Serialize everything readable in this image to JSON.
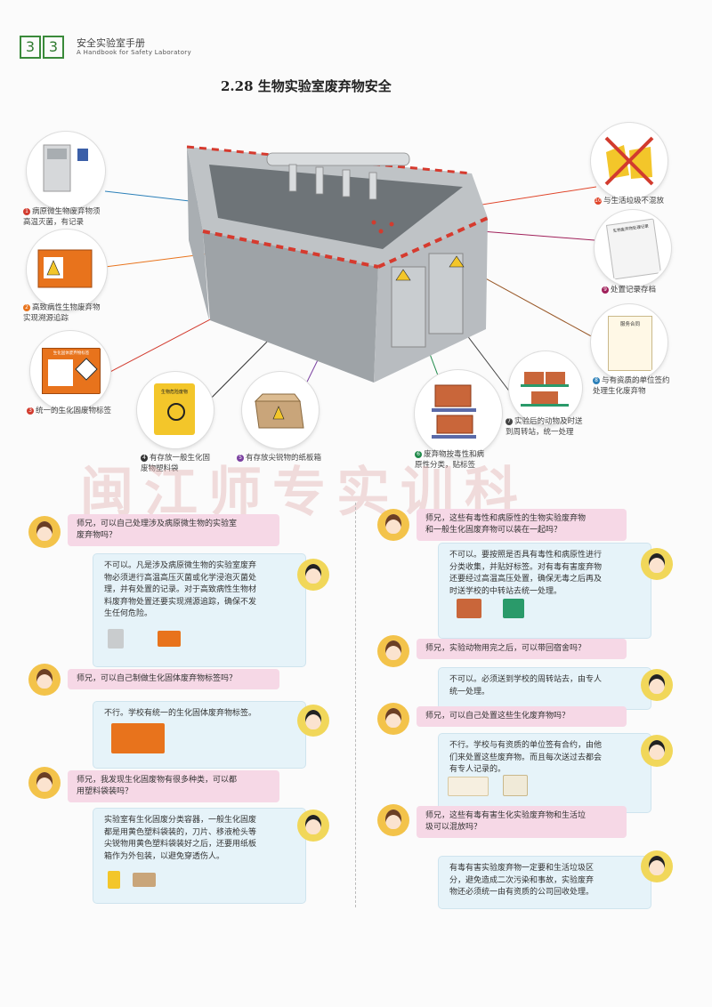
{
  "header": {
    "page_digits": [
      "3",
      "3"
    ],
    "book_title": "安全实验室手册",
    "book_subtitle": "A Handbook for Safety Laboratory",
    "section_title": "2.28 生物实验室废弃物安全"
  },
  "callouts": [
    {
      "num": "1",
      "text": "病原微生物废弃物须\n高温灭菌，有记录"
    },
    {
      "num": "2",
      "text": "高致病性生物废弃物\n实现溯源追踪"
    },
    {
      "num": "3",
      "text": "统一的生化固废物标签"
    },
    {
      "num": "4",
      "text": "有存放一般生化固\n废物塑料袋"
    },
    {
      "num": "5",
      "text": "有存放尖锐物的纸板箱"
    },
    {
      "num": "6",
      "text": "废弃物按毒性和病\n原性分类，贴标签"
    },
    {
      "num": "7",
      "text": "实验后的动物及时送\n到周转站，统一处理"
    },
    {
      "num": "8",
      "text": "与有资质的单位签约\n处理生化废弃物"
    },
    {
      "num": "9",
      "text": "处置记录存档"
    },
    {
      "num": "10",
      "text": "与生活垃圾不混放"
    }
  ],
  "thumb_labels": {
    "label_card_title": "生化固体废弃物标签",
    "bag_text": "生物危险废物",
    "contract_title": "服务合同",
    "notebook_title": "生物废弃物处理记录"
  },
  "watermark": "闽江师专实训科",
  "dialogue_left": [
    {
      "q": "师兄，可以自己处理涉及病原微生物的实验室\n废弃物吗？",
      "a": "不可以。凡是涉及病原微生物的实验室废弃\n物必须进行高温高压灭菌或化学浸泡灭菌处\n理，并有处置的记录。对于高致病性生物材\n料废弃物处置还要实现溯源追踪，确保不发\n生任何危险。"
    },
    {
      "q": "师兄，可以自己制做生化固体废弃物标签吗？",
      "a": "不行。学校有统一的生化固体废弃物标签。"
    },
    {
      "q": "师兄，我发现生化固废物有很多种类，可以都\n用塑料袋装吗？",
      "a": "实验室有生化固废分类容器，一般生化固废\n都是用黄色塑料袋装的，刀片、移液枪头等\n尖锐物用黄色塑料袋装好之后，还要用纸板\n箱作为外包装，以避免穿透伤人。"
    }
  ],
  "dialogue_right": [
    {
      "q": "师兄，这些有毒性和病原性的生物实验废弃物\n和一般生化固废弃物可以装在一起吗？",
      "a": "不可以。要按照是否具有毒性和病原性进行\n分类收集，并贴好标签。对有毒有害废弃物\n还要经过高温高压处置，确保无毒之后再及\n时送学校的中转站去统一处理。"
    },
    {
      "q": "师兄，实验动物用完之后，可以带回宿舍吗？",
      "a": "不可以。必须送到学校的周转站去，由专人\n统一处理。"
    },
    {
      "q": "师兄，可以自己处置这些生化废弃物吗？",
      "a": "不行。学校与有资质的单位签有合约，由他\n们来处置这些废弃物。而且每次送过去都会\n有专人记录的。"
    },
    {
      "q": "师兄，这些有毒有害生化实验废弃物和生活垃\n圾可以混放吗？",
      "a": "有毒有害实验废弃物一定要和生活垃圾区\n分，避免造成二次污染和事故，实验废弃\n物还必须统一由有资质的公司回收处理。"
    }
  ],
  "colors": {
    "accent_green": "#3a8a3a",
    "question_bg": "#f6d8e6",
    "answer_bg": "#e6f3f9",
    "hazard_orange": "#e8731c",
    "hazard_yellow": "#f3c62a"
  }
}
